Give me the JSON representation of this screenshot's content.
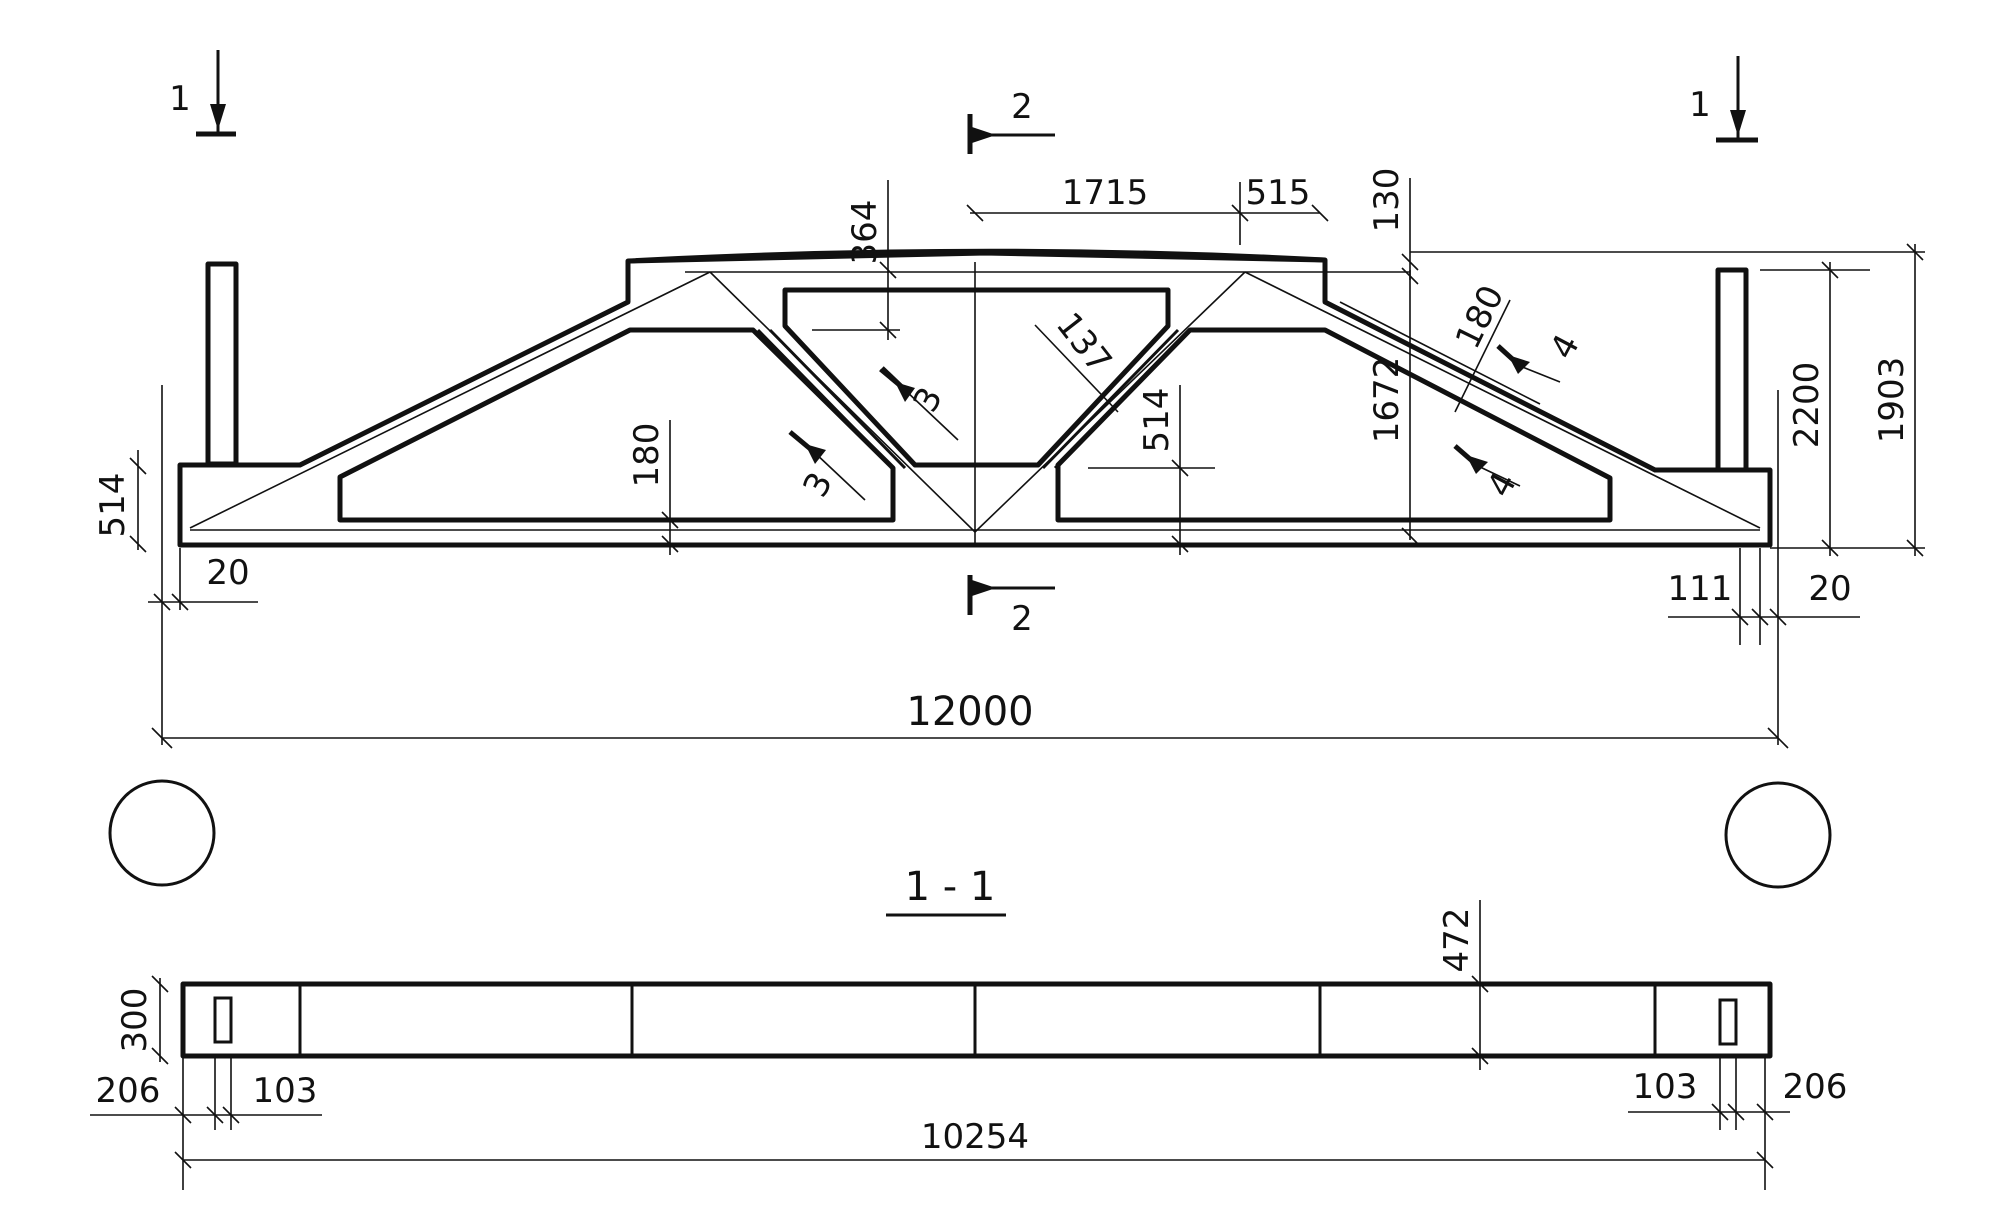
{
  "dimensions": {
    "d364": "364",
    "d1715": "1715",
    "d515": "515",
    "d130": "130",
    "d137": "137",
    "d180_left": "180",
    "d180_right": "180",
    "d514_center": "514",
    "d1672": "1672",
    "d2200": "2200",
    "d1903": "1903",
    "d514_left": "514",
    "d20_left": "20",
    "d111": "111",
    "d20_right": "20",
    "d12000": "12000",
    "d472": "472",
    "d300": "300",
    "d206_left": "206",
    "d103_left": "103",
    "d103_right": "103",
    "d206_right": "206",
    "d10254": "10254"
  },
  "sections": {
    "mark_1_left": "1",
    "mark_1_right": "1",
    "mark_2_top": "2",
    "mark_2_bottom": "2",
    "mark_3_a": "3",
    "mark_3_b": "3",
    "mark_4_a": "4",
    "mark_4_b": "4",
    "section_title": "1 - 1"
  }
}
